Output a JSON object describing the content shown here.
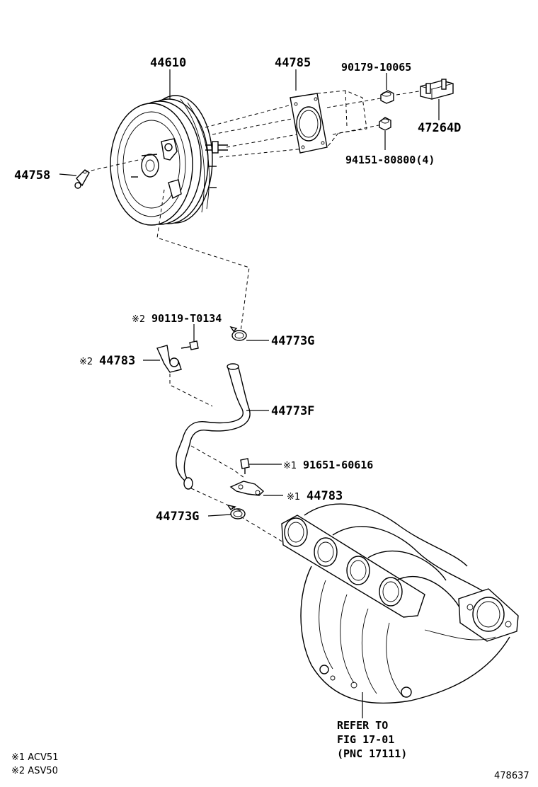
{
  "parts": {
    "p44610": "44610",
    "p44785": "44785",
    "p90179": "90179-10065",
    "p47264d": "47264D",
    "p94151": "94151-80800(4)",
    "p44758": "44758",
    "p90119": "90119-T0134",
    "p90119_mark": "※2",
    "p44773g_top": "44773G",
    "p44783_top": "44783",
    "p44783_top_mark": "※2",
    "p44773f": "44773F",
    "p91651": "91651-60616",
    "p91651_mark": "※1",
    "p44783_bottom": "44783",
    "p44783_bottom_mark": "※1",
    "p44773g_bottom": "44773G"
  },
  "reference": {
    "line1": "REFER TO",
    "line2": "FIG 17-01",
    "line3": "(PNC 17111)"
  },
  "notes": {
    "note1": "※1 ACV51",
    "note2": "※2 ASV50"
  },
  "figure_number": "478637"
}
